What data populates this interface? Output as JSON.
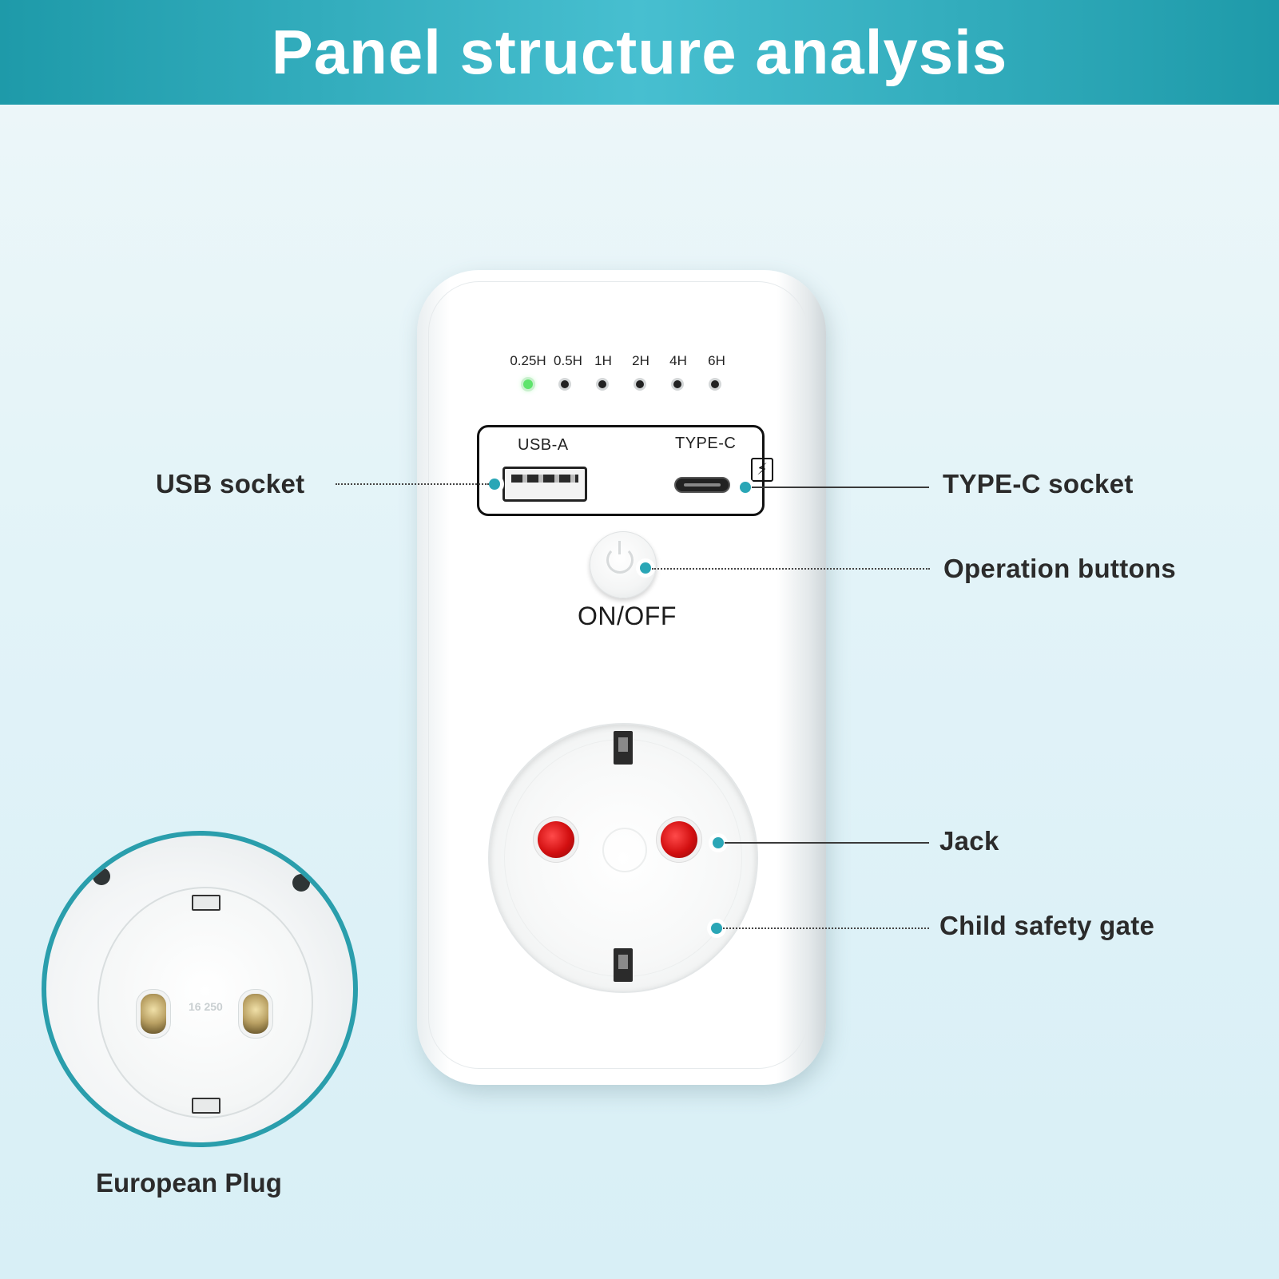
{
  "banner": {
    "title": "Panel structure analysis",
    "color": "#2aa6b6"
  },
  "device": {
    "timer_labels": [
      "0.25H",
      "0.5H",
      "1H",
      "2H",
      "4H",
      "6H"
    ],
    "active_timer": "0.25H",
    "usb_a_label": "USB-A",
    "type_c_label": "TYPE-C",
    "button_label": "ON/OFF",
    "pin_color": "#d20f10",
    "led_on_color": "#5ee46c"
  },
  "callouts": {
    "usb_socket": "USB socket",
    "type_c_socket": "TYPE-C socket",
    "operation_buttons": "Operation buttons",
    "jack": "Jack",
    "child_safety_gate": "Child safety gate",
    "european_plug": "European Plug"
  },
  "plug": {
    "rating_text": "16 250"
  }
}
